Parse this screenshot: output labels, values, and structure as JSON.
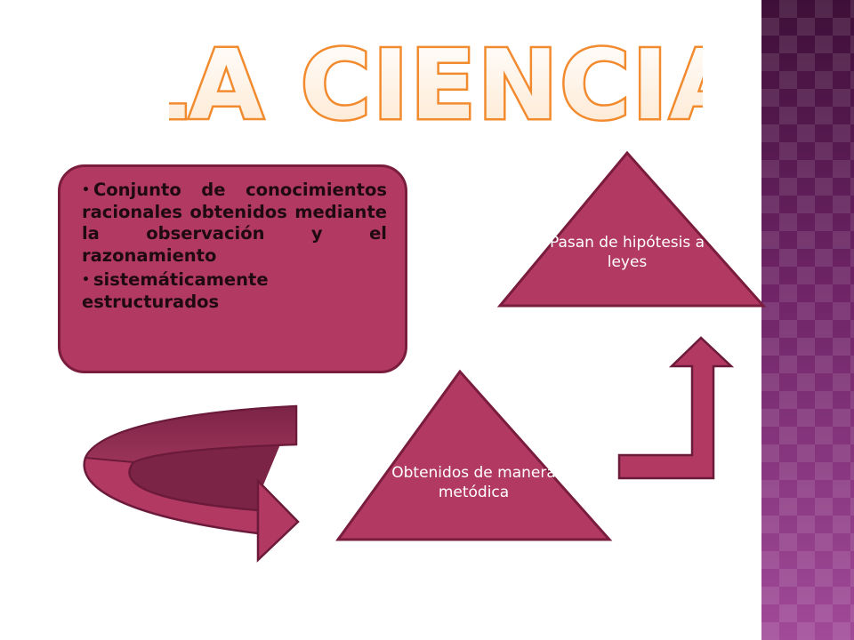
{
  "slide": {
    "title": "LA CIENCIA",
    "definition": {
      "bullets": [
        "Conjunto de conocimientos racionales obtenidos mediante la observación y el razonamiento",
        "sistemáticamente estructurados"
      ]
    },
    "triangles": {
      "top_label": "Pasan de hipótesis a leyes",
      "bottom_label": "Obtenidos de manera metódica"
    },
    "colors": {
      "shape_fill": "#b23a62",
      "shape_stroke": "#7a1c3e",
      "title_outline": "#f28a2e",
      "panel": "#7a2a72"
    }
  }
}
